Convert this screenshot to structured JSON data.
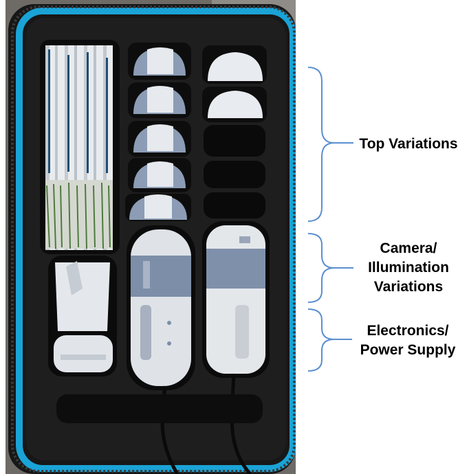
{
  "figure": {
    "labels": {
      "top_variations": "Top Variations",
      "camera_line1": "Camera/",
      "camera_line2": "Illumination",
      "camera_line3": "Variations",
      "electronics_line1": "Electronics/",
      "electronics_line2": "Power Supply"
    },
    "colors": {
      "bracket": "#5b8fd0",
      "case_trim": "#1aa3d6",
      "foam": "#1c1c1c",
      "label_text": "#000000"
    }
  }
}
